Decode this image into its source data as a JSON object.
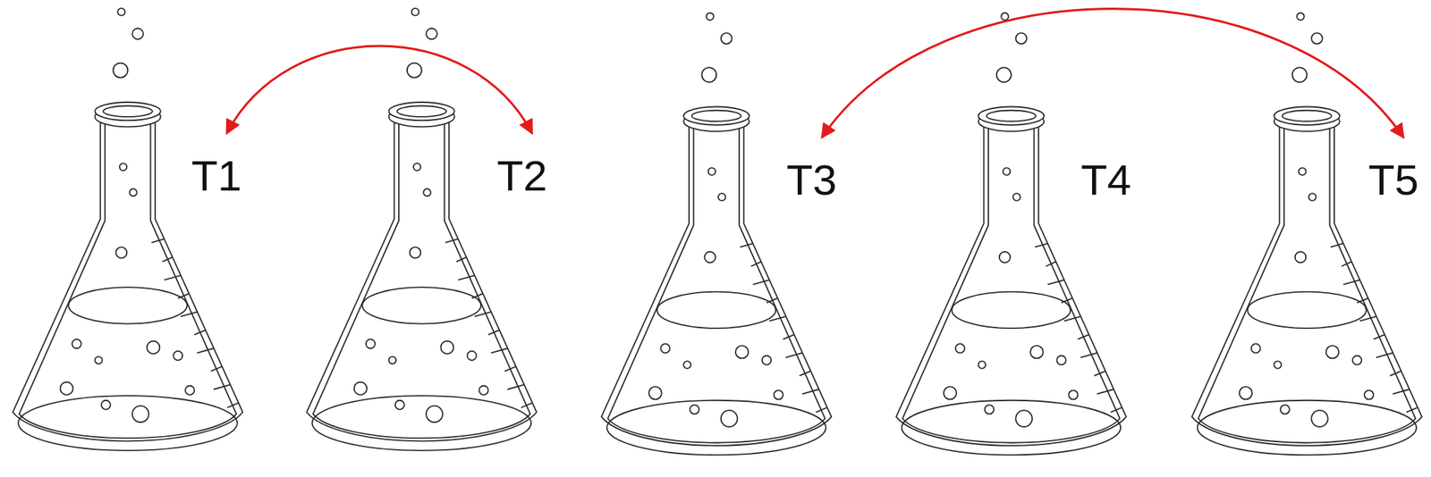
{
  "diagram": {
    "nodes": [
      {
        "text": [
          "T1"
        ]
      },
      {
        "text": [
          "T2"
        ]
      },
      {
        "text": [
          "T3"
        ]
      },
      {
        "text": [
          "T4"
        ]
      },
      {
        "text": [
          "T5"
        ]
      }
    ],
    "edges": [
      {
        "from": 0,
        "to": 1,
        "arrow": "both"
      },
      {
        "from": 2,
        "to": 4,
        "arrow": "both"
      }
    ]
  }
}
